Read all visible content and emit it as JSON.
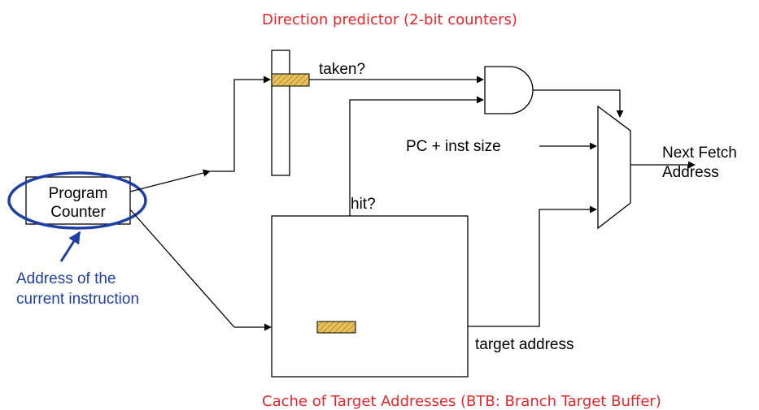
{
  "labels": {
    "direction_predictor": "Direction predictor (2-bit counters)",
    "taken": "taken?",
    "hit": "hit?",
    "pc_inst_size": "PC + inst size",
    "next_fetch_line1": "Next Fetch",
    "next_fetch_line2": "Address",
    "program_counter_line1": "Program",
    "program_counter_line2": "Counter",
    "address_current_line1": "Address of the",
    "address_current_line2": "current instruction",
    "target_address": "target address",
    "btb": "Cache of Target Addresses (BTB: Branch Target Buffer)"
  },
  "colors": {
    "red_caption": "#e8262a",
    "blue_callout": "#1f3fa6",
    "highlight_fill": "#e8c15a",
    "wire": "#000000"
  }
}
